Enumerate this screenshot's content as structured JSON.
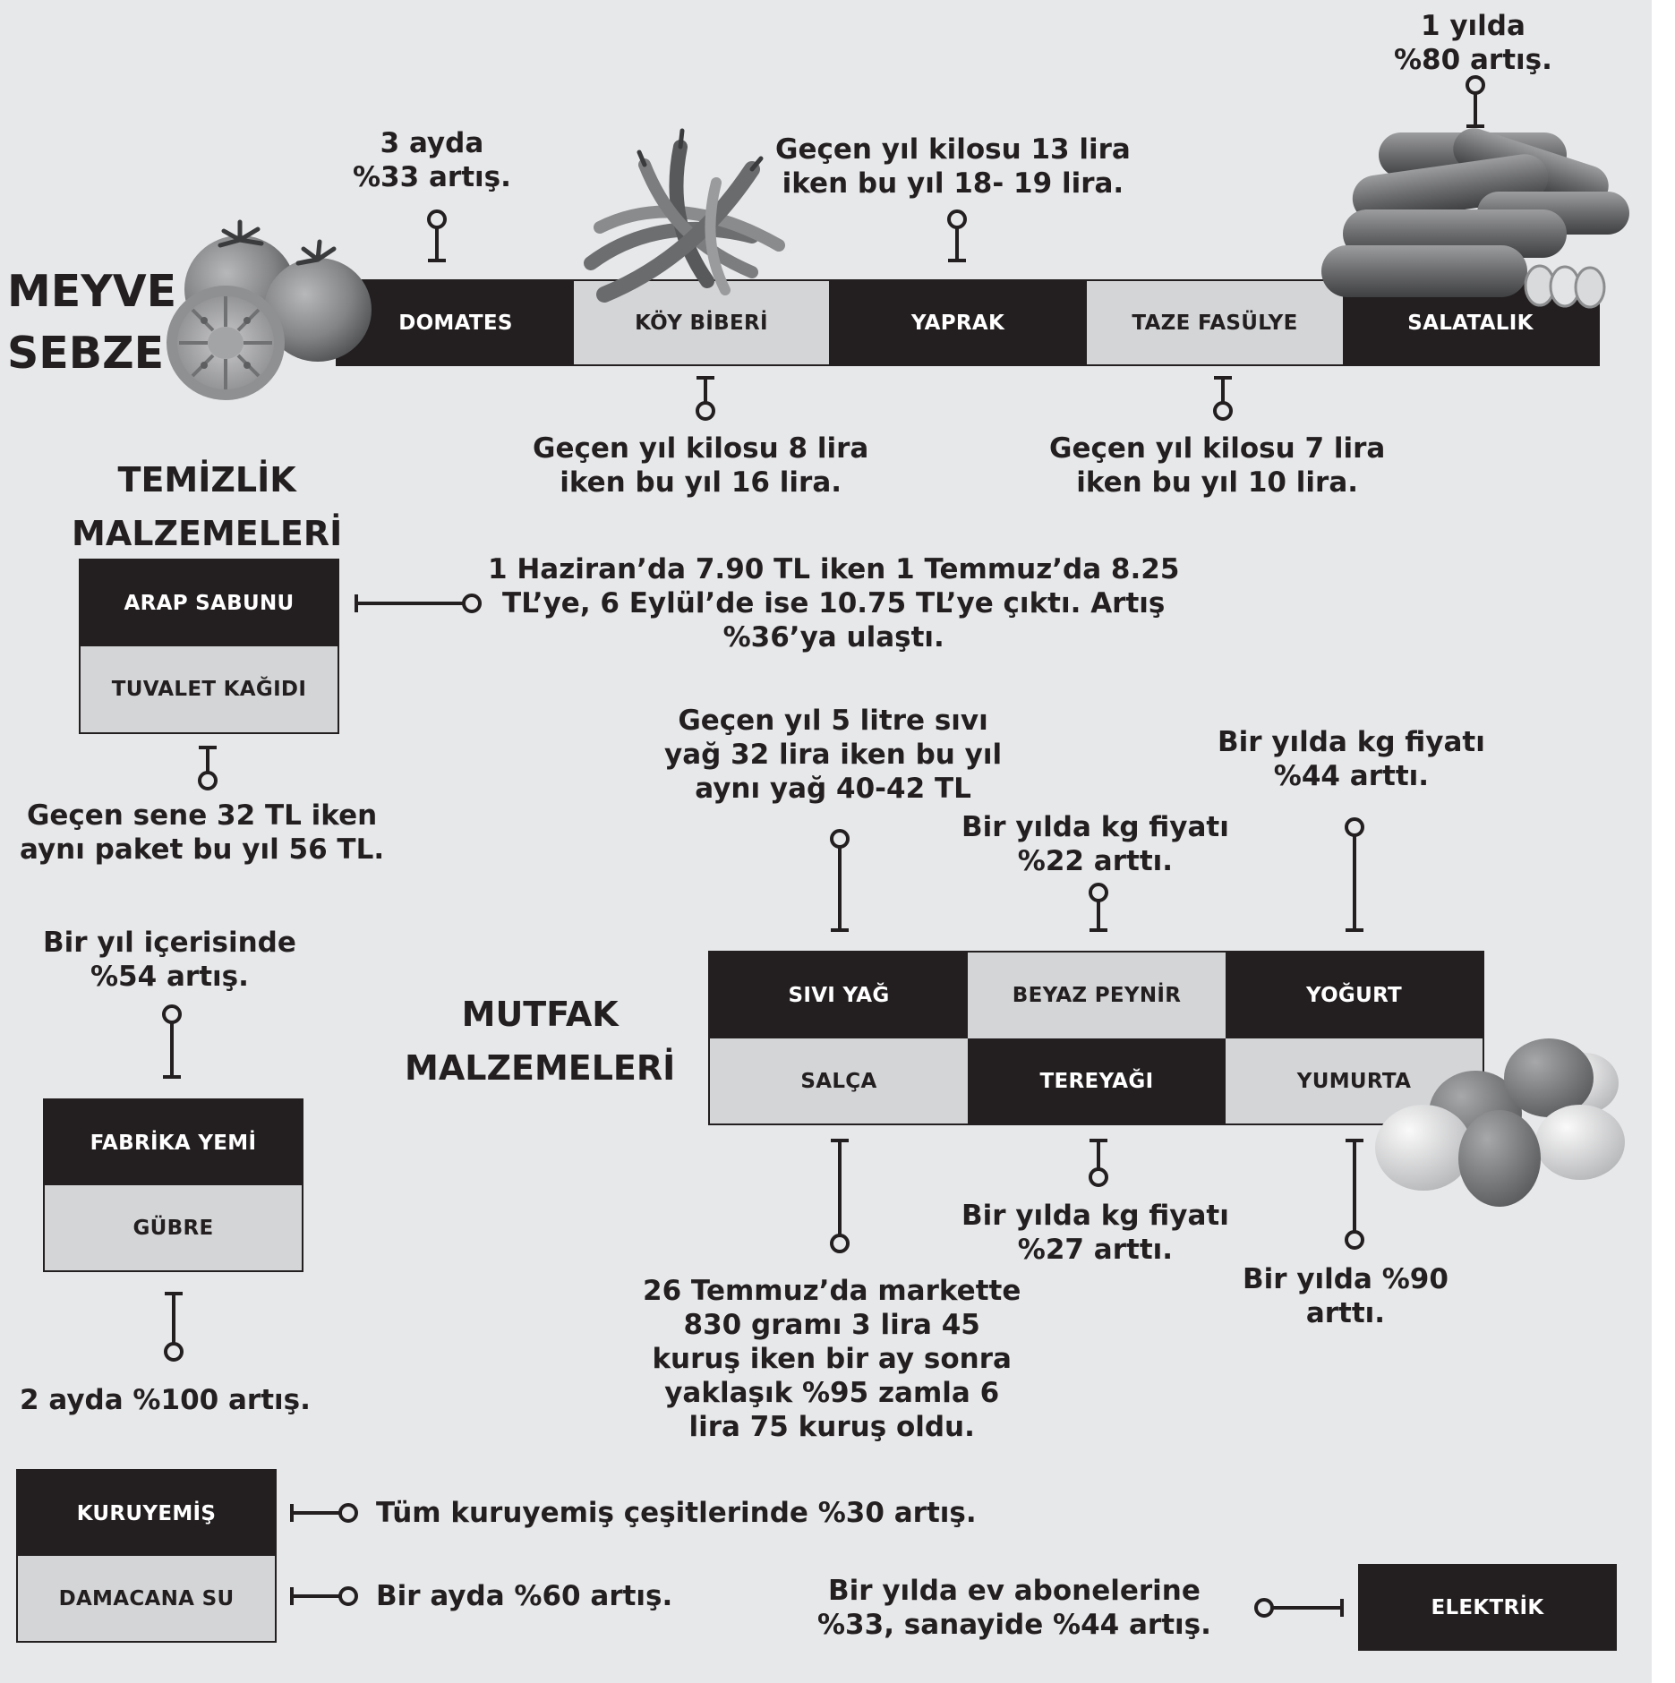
{
  "sections": {
    "meyve_sebze": [
      "MEYVE",
      "SEBZE"
    ],
    "temizlik": [
      "TEMİZLİK",
      "MALZEMELERİ"
    ],
    "mutfak": [
      "MUTFAK",
      "MALZEMELERİ"
    ]
  },
  "items": {
    "domates": "DOMATES",
    "koy_biberi": "KÖY BİBERİ",
    "yaprak": "YAPRAK",
    "taze_fasulye": "TAZE FASÜLYE",
    "salatalik": "SALATALIK",
    "arap_sabunu": "ARAP SABUNU",
    "tuvalet_kagidi": "TUVALET KAĞIDI",
    "fabrika_yemi": "FABRİKA YEMİ",
    "gubre": "GÜBRE",
    "sivi_yag": "SIVI YAĞ",
    "beyaz_peynir": "BEYAZ PEYNİR",
    "yogurt": "YOĞURT",
    "salca": "SALÇA",
    "tereyagi": "TEREYAĞI",
    "yumurta": "YUMURTA",
    "kuruyemis": "KURUYEMİŞ",
    "damacana_su": "DAMACANA SU",
    "elektrik": "ELEKTRİK"
  },
  "notes": {
    "domates": [
      "3 ayda",
      "%33 artış."
    ],
    "yaprak": [
      "Geçen yıl kilosu 13 lira",
      "iken bu yıl 18- 19 lira."
    ],
    "salatalik": [
      "1 yılda",
      "%80 artış."
    ],
    "koy_biberi": [
      "Geçen yıl kilosu 8 lira",
      "iken bu yıl 16 lira."
    ],
    "taze_fasulye": [
      "Geçen yıl kilosu 7 lira",
      "iken bu yıl 10 lira."
    ],
    "arap_sabunu": [
      "1 Haziran’da 7.90 TL iken 1 Temmuz’da 8.25",
      "TL’ye, 6 Eylül’de ise 10.75 TL’ye çıktı. Artış",
      "%36’ya ulaştı."
    ],
    "tuvalet_kagidi": [
      "Geçen sene 32 TL iken",
      "aynı paket bu yıl 56 TL."
    ],
    "fabrika_yemi": [
      "Bir yıl içerisinde",
      "%54 artış."
    ],
    "gubre": [
      "2 ayda %100 artış."
    ],
    "sivi_yag": [
      "Geçen yıl 5 litre sıvı",
      "yağ 32 lira iken bu yıl",
      "aynı yağ 40-42 TL"
    ],
    "beyaz_peynir": [
      "Bir yılda kg fiyatı",
      "%22 arttı."
    ],
    "yogurt": [
      "Bir yılda kg fiyatı",
      "%44 arttı."
    ],
    "salca": [
      "26 Temmuz’da markette",
      "830 gramı 3 lira 45",
      "kuruş iken bir ay sonra",
      "yaklaşık %95 zamla 6",
      "lira 75 kuruş oldu."
    ],
    "tereyagi": [
      "Bir yılda kg fiyatı",
      "%27 arttı."
    ],
    "yumurta": [
      "Bir yılda %90",
      "arttı."
    ],
    "kuruyemis": "Tüm kuruyemiş çeşitlerinde %30 artış.",
    "damacana_su": "Bir ayda %60 artış.",
    "elektrik": [
      "Bir yılda ev abonelerine",
      "%33, sanayide %44 artış."
    ]
  },
  "colors": {
    "background": "#e7e8ea",
    "dark": "#231f20",
    "light": "#d4d5d7"
  },
  "icons": [
    "tomato-icon",
    "pepper-icon",
    "cucumber-icon",
    "egg-icon"
  ]
}
